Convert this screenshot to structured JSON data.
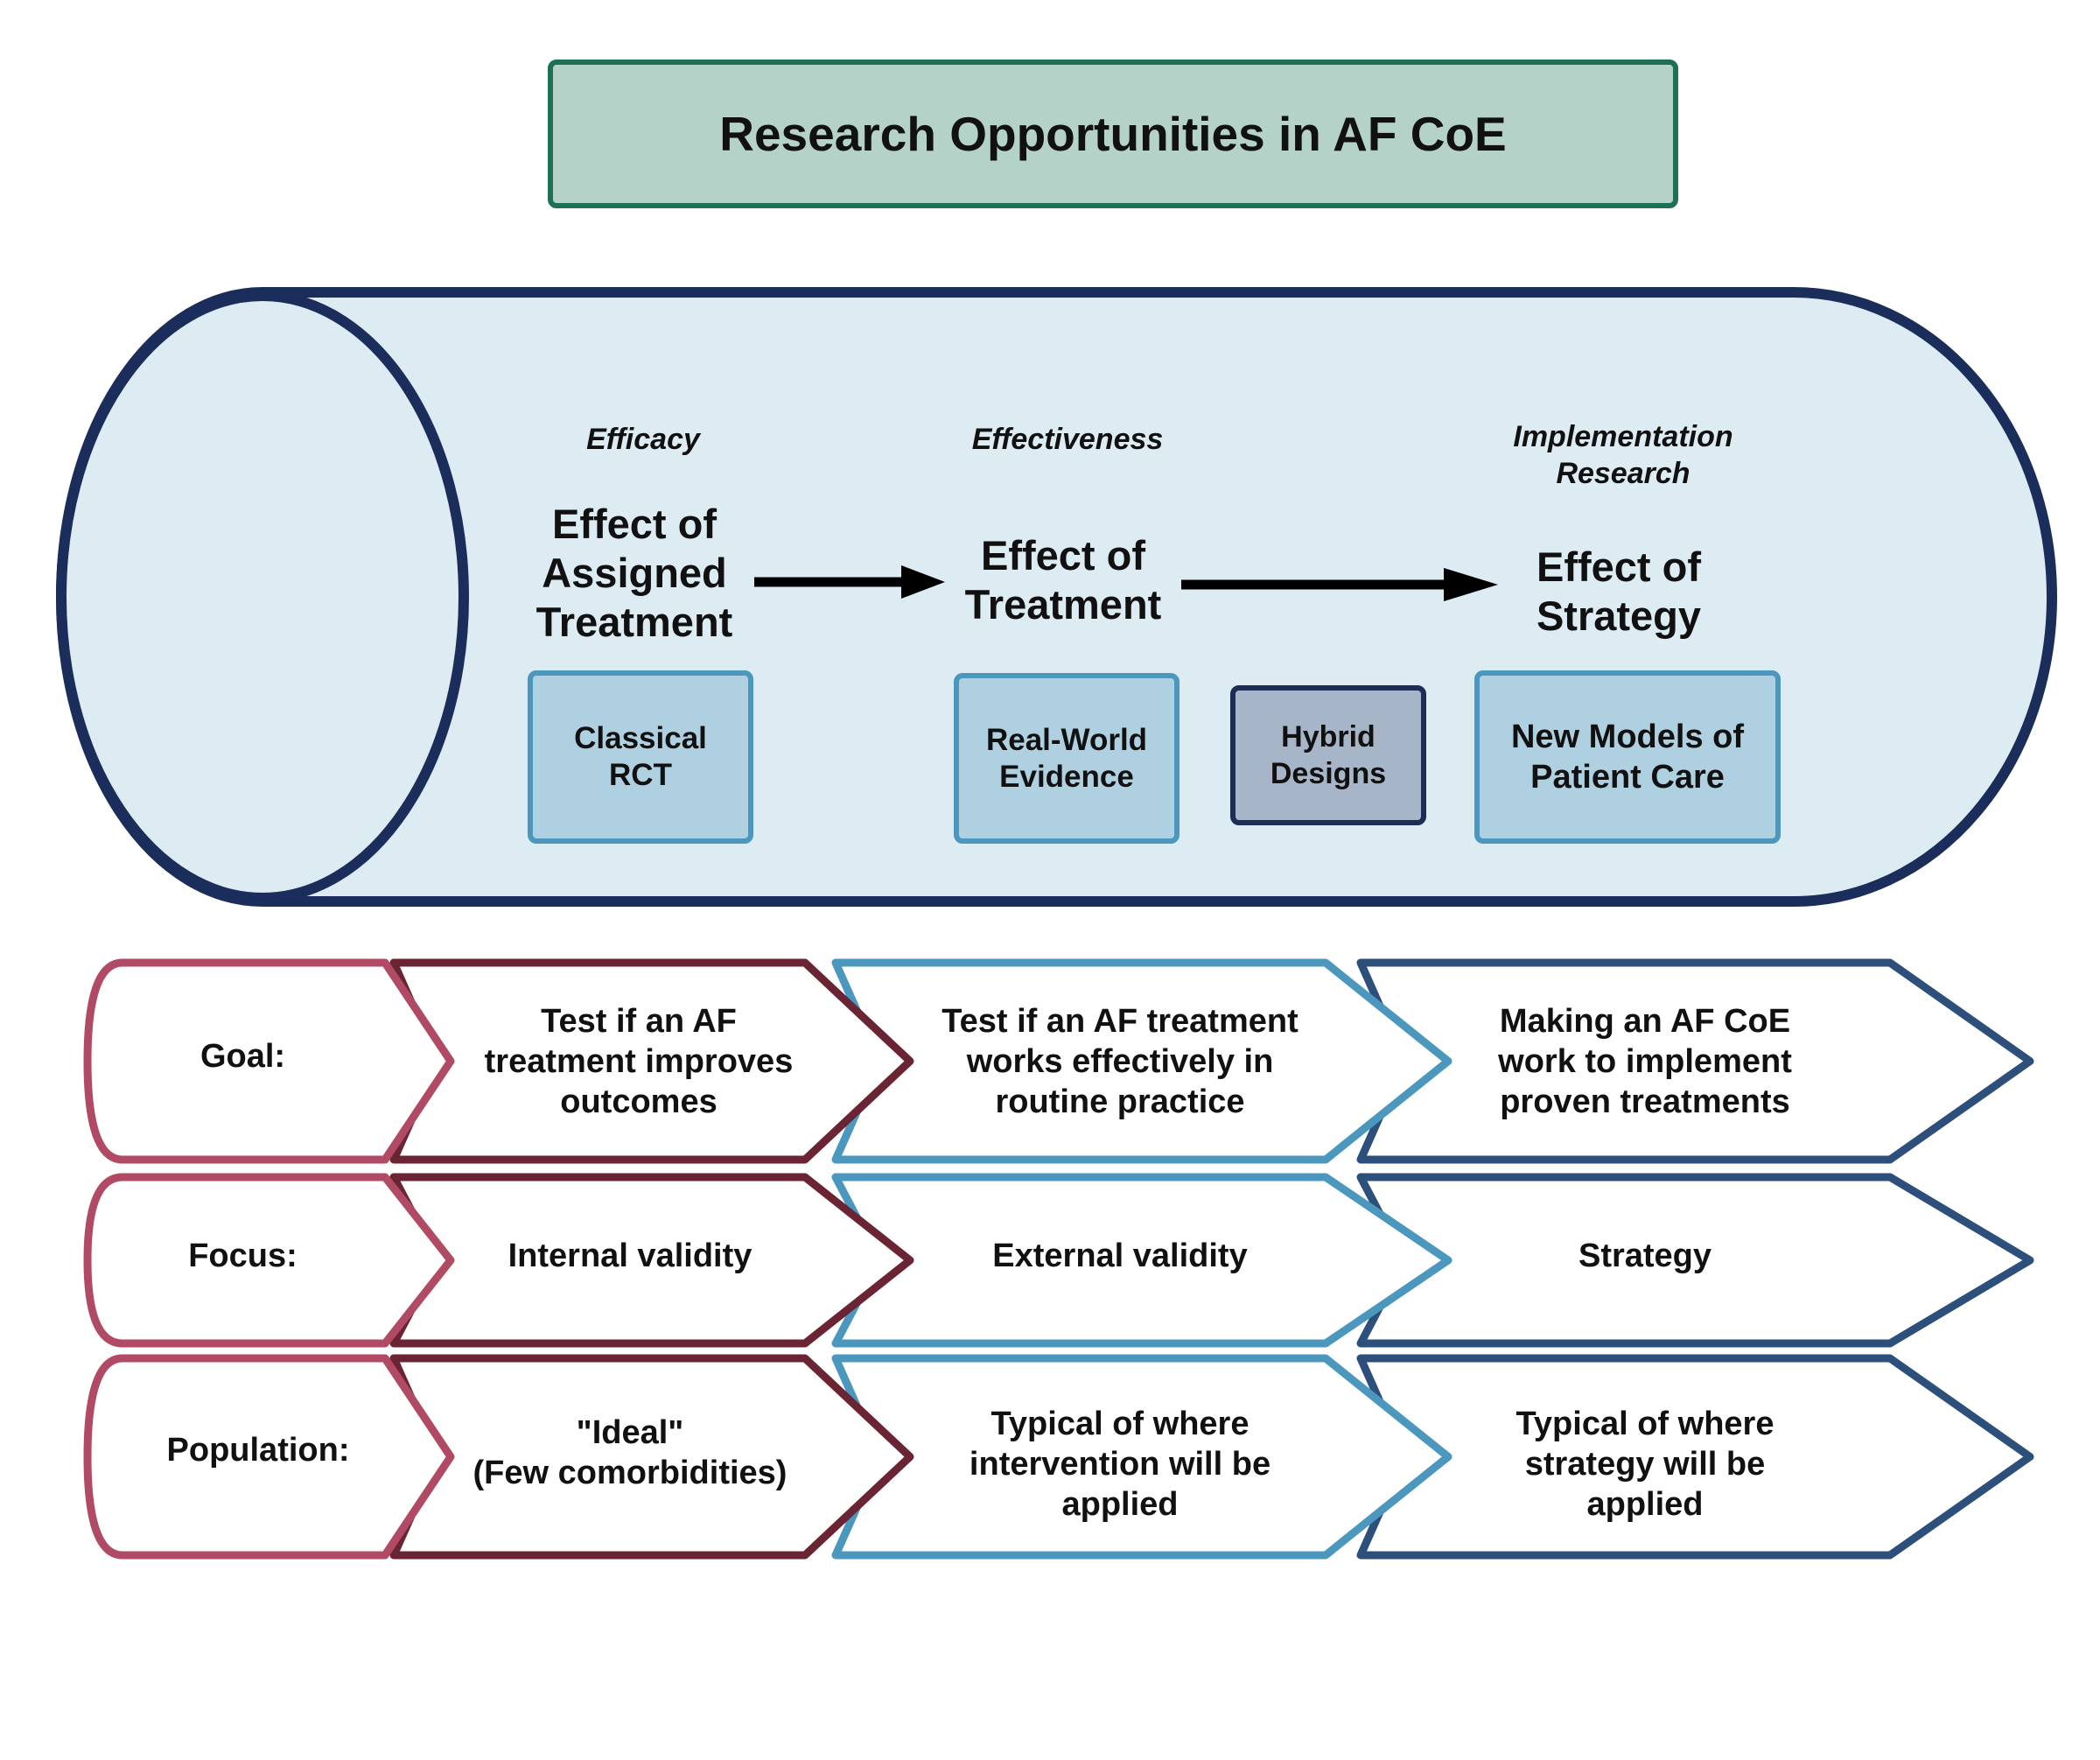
{
  "title": "Research Opportunities in AF CoE",
  "stages": [
    {
      "category": "Efficacy",
      "label": "Effect of\nAssigned\nTreatment"
    },
    {
      "category": "Effectiveness",
      "label": "Effect of\nTreatment"
    },
    {
      "category": "Implementation\nResearch",
      "label": "Effect of\nStrategy"
    }
  ],
  "methods": [
    {
      "label": "Classical\nRCT"
    },
    {
      "label": "Real-World\nEvidence"
    },
    {
      "label": "Hybrid\nDesigns"
    },
    {
      "label": "New Models of\nPatient Care"
    }
  ],
  "rows": [
    {
      "label": "Goal:",
      "cells": [
        "Test if an AF\ntreatment improves\noutcomes",
        "Test if an AF treatment\nworks effectively in\nroutine practice",
        "Making an AF CoE\nwork to implement\nproven treatments"
      ]
    },
    {
      "label": "Focus:",
      "cells": [
        "Internal validity",
        "External validity",
        "Strategy"
      ]
    },
    {
      "label": "Population:",
      "cells": [
        "\"Ideal\"\n(Few comorbidities)",
        "Typical of where\nintervention will be\napplied",
        "Typical of where\nstrategy will be\napplied"
      ]
    }
  ],
  "colors": {
    "title_fill": "#b4d2c8",
    "title_border": "#1e7052",
    "cylinder_fill": "#ddebf3",
    "cylinder_border": "#1b2d5a",
    "label_chevron": "#b04a65",
    "stage1_chevron": "#6b2433",
    "stage2_chevron": "#4b97bd",
    "stage3_chevron": "#2d4f7c"
  }
}
